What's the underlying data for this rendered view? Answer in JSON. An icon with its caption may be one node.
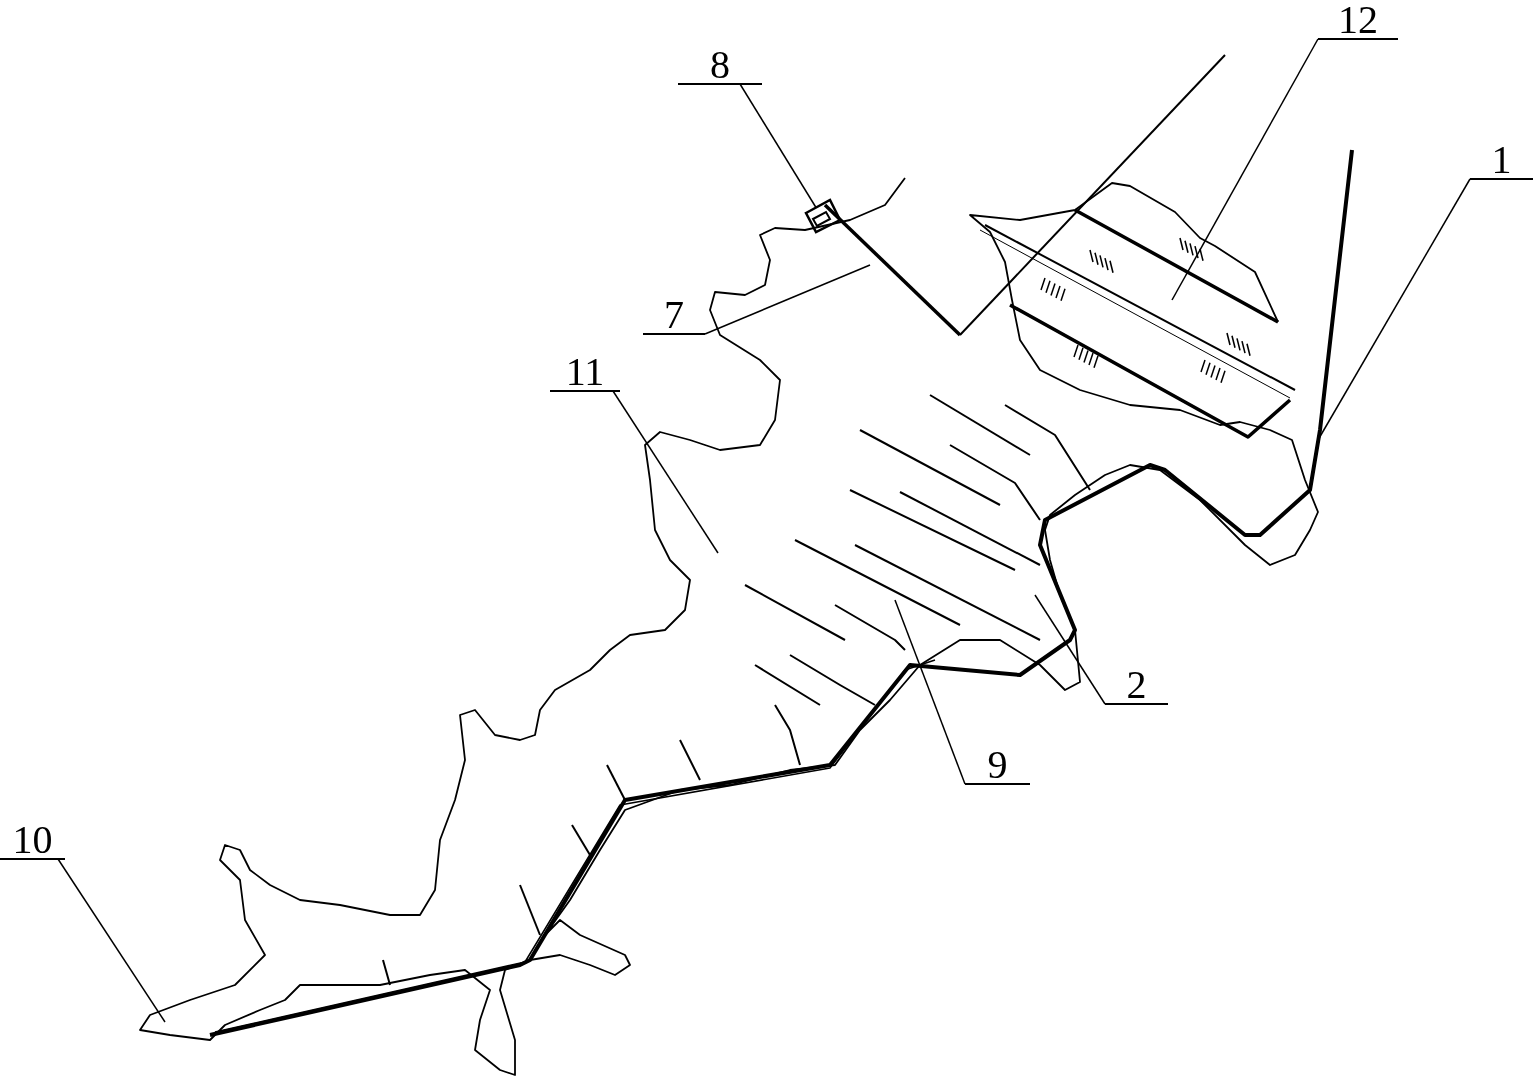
{
  "diagram": {
    "nodes": [
      {
        "text": [
          "12"
        ]
      },
      {
        "text": [
          "8"
        ]
      },
      {
        "text": [
          "1"
        ]
      },
      {
        "text": [
          "7"
        ]
      },
      {
        "text": [
          "11"
        ]
      },
      {
        "text": [
          "2"
        ]
      },
      {
        "text": [
          "9"
        ]
      },
      {
        "text": [
          "10"
        ]
      },
      {
        "text": [],
        "shape": "box"
      }
    ],
    "edges": [
      {
        "from": 0,
        "to": null,
        "arrow": "none"
      },
      {
        "from": 1,
        "to": 8,
        "arrow": "none"
      },
      {
        "from": 2,
        "to": null,
        "arrow": "none"
      },
      {
        "from": 3,
        "to": null,
        "arrow": "none"
      },
      {
        "from": 4,
        "to": null,
        "arrow": "none"
      },
      {
        "from": 5,
        "to": null,
        "arrow": "none"
      },
      {
        "from": 6,
        "to": null,
        "arrow": "none"
      },
      {
        "from": 7,
        "to": null,
        "arrow": "none"
      }
    ]
  }
}
